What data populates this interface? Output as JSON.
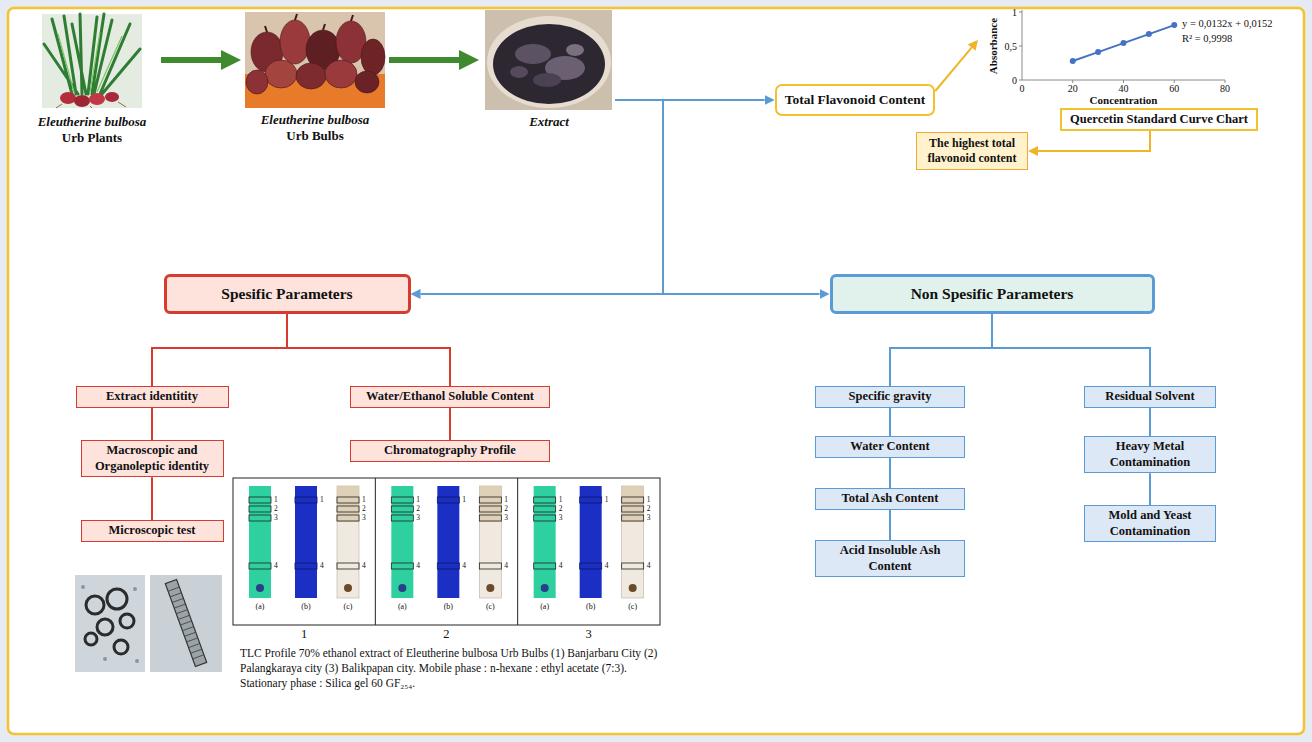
{
  "diagram": {
    "nodes": [
      {
        "text": [
          "Eleutherine bulbosa",
          "Urb Plants"
        ]
      },
      {
        "text": [
          "Eleutherine bulbosa",
          "Urb Bulbs"
        ]
      },
      {
        "text": [
          "Extract"
        ]
      },
      {
        "text": [
          "Total Flavonoid Content"
        ]
      },
      {
        "text": [
          "Quercetin Standard Curve Chart"
        ]
      },
      {
        "text": [
          "The highest total flavonoid content"
        ]
      },
      {
        "text": [
          "Spesific Parameters"
        ]
      },
      {
        "text": [
          "Non Spesific Parameters"
        ]
      },
      {
        "text": [
          "Extract identitity"
        ]
      },
      {
        "text": [
          "Water/Ethanol Soluble Content"
        ]
      },
      {
        "text": [
          "Macroscopic and Organoleptic identity"
        ]
      },
      {
        "text": [
          "Chromatography Profile"
        ]
      },
      {
        "text": [
          "Microscopic test"
        ]
      },
      {
        "text": [
          "Specific gravity"
        ]
      },
      {
        "text": [
          "Residual Solvent"
        ]
      },
      {
        "text": [
          "Water Content"
        ]
      },
      {
        "text": [
          "Heavy Metal Contamination"
        ]
      },
      {
        "text": [
          "Total Ash Content"
        ]
      },
      {
        "text": [
          "Mold and Yeast Contamination"
        ]
      },
      {
        "text": [
          "Acid Insoluble Ash Content"
        ]
      }
    ],
    "edges": [
      {
        "from": 0,
        "to": 1,
        "arrow": "to"
      },
      {
        "from": 1,
        "to": 2,
        "arrow": "to"
      },
      {
        "from": 2,
        "to": 3,
        "arrow": "to"
      },
      {
        "from": 3,
        "to": 4,
        "arrow": "to"
      },
      {
        "from": 4,
        "to": 5,
        "arrow": "to"
      },
      {
        "from": 2,
        "to": 6,
        "arrow": "to"
      },
      {
        "from": 2,
        "to": 7,
        "arrow": "to"
      },
      {
        "from": 6,
        "to": 8,
        "arrow": "none"
      },
      {
        "from": 6,
        "to": 9,
        "arrow": "none"
      },
      {
        "from": 8,
        "to": 10,
        "arrow": "none"
      },
      {
        "from": 10,
        "to": 12,
        "arrow": "none"
      },
      {
        "from": 9,
        "to": 11,
        "arrow": "none"
      },
      {
        "from": 7,
        "to": 13,
        "arrow": "none"
      },
      {
        "from": 7,
        "to": 14,
        "arrow": "none"
      },
      {
        "from": 13,
        "to": 15,
        "arrow": "none"
      },
      {
        "from": 15,
        "to": 17,
        "arrow": "none"
      },
      {
        "from": 17,
        "to": 19,
        "arrow": "none"
      },
      {
        "from": 14,
        "to": 16,
        "arrow": "none"
      },
      {
        "from": 16,
        "to": 18,
        "arrow": "none"
      }
    ],
    "labels": [
      "1",
      "0,5",
      "0",
      "0",
      "20",
      "40",
      "60",
      "80",
      "Absorbance",
      "Concentration",
      "y = 0,0132x + 0,0152",
      "R² = 0,9998",
      "1",
      "2",
      "3",
      "4",
      "1",
      "4",
      "1",
      "2",
      "3",
      "4",
      "(a)",
      "(b)",
      "(c)",
      "1",
      "2",
      "3",
      "4",
      "1",
      "4",
      "1",
      "2",
      "3",
      "4",
      "(a)",
      "(b)",
      "(c)",
      "1",
      "2",
      "3",
      "4",
      "1",
      "4",
      "1",
      "2",
      "3",
      "4",
      "(a)",
      "(b)",
      "(c)",
      "1",
      "2",
      "3",
      "TLC Profile 70% ethanol extract of Eleutherine bulbosa Urb Bulbs (1) Banjarbaru City (2) Palangkaraya city (3) Balikpapan city. Mobile phase : n-hexane : ethyl acetate (7:3). Stationary phase : Silica gel 60 GF₂₅₄."
    ]
  }
}
